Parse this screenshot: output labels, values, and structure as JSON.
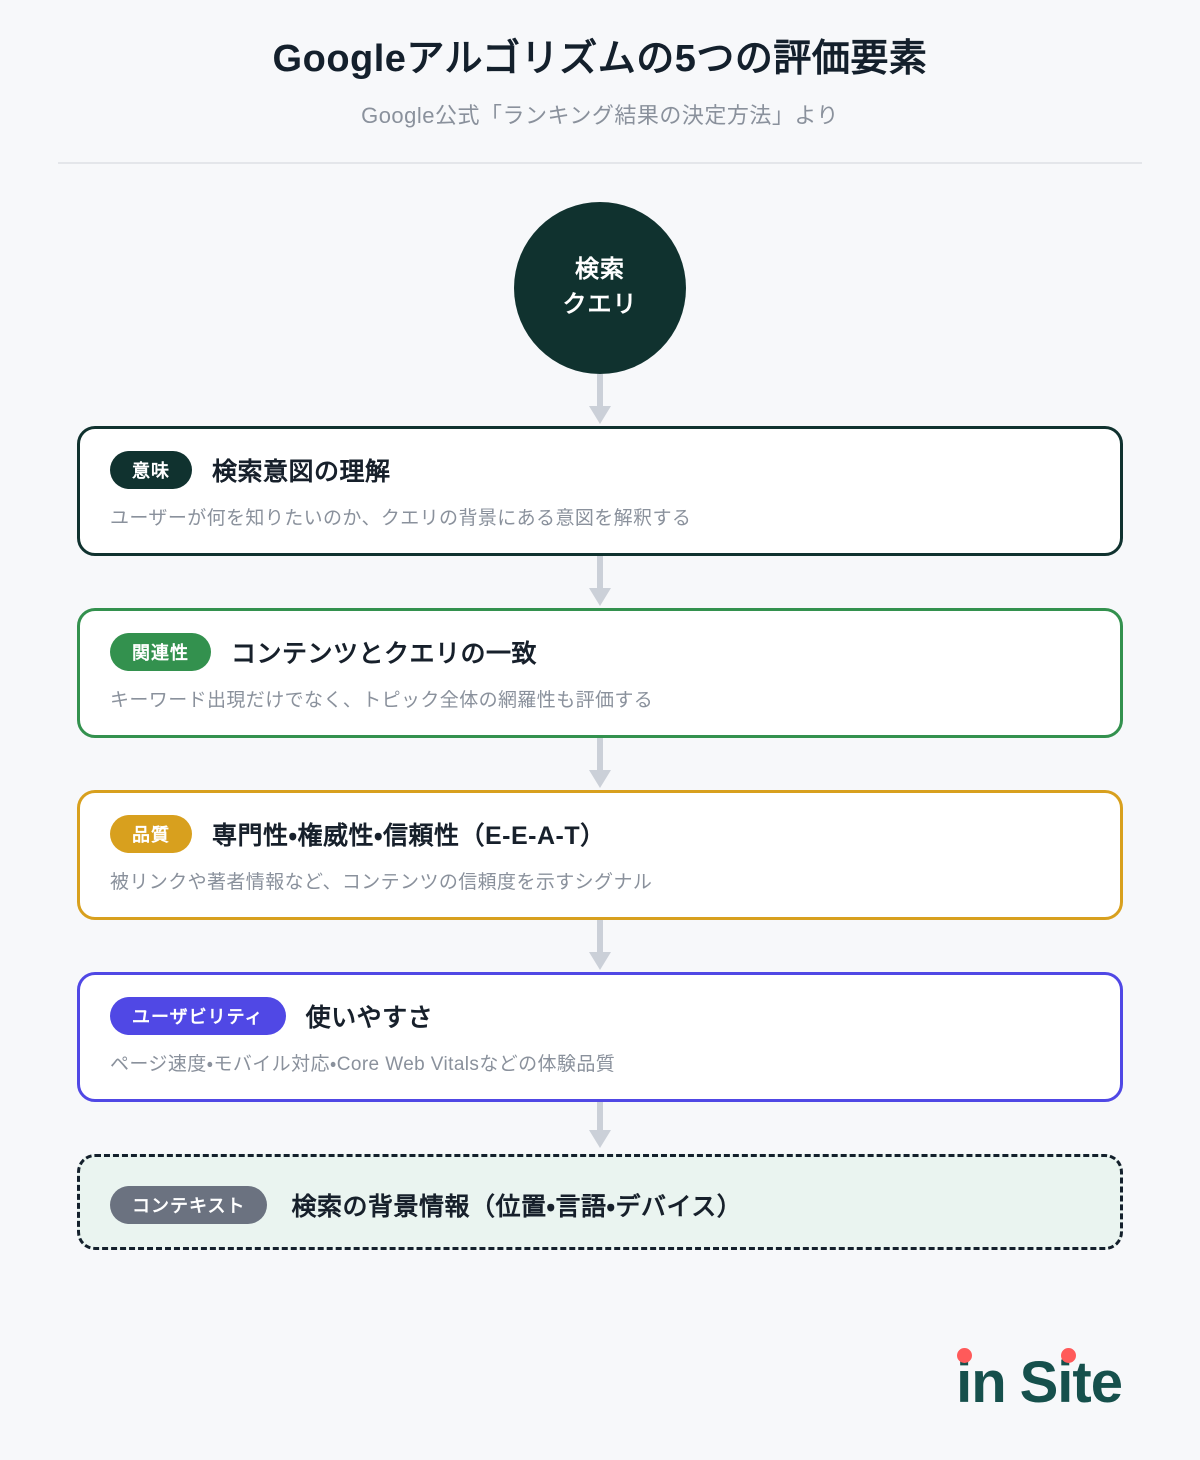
{
  "header": {
    "title": "Googleアルゴリズムの5つの評価要素",
    "subtitle": "Google公式「ランキング結果の決定方法」より"
  },
  "flow": {
    "start_node": {
      "name": "search-query",
      "line1": "検索",
      "line2": "クエリ",
      "color": "#10322f"
    },
    "cards": [
      {
        "badge": "意味",
        "title": "検索意図の理解",
        "description": "ユーザーが何を知りたいのか、クエリの背景にある意図を解釈する",
        "color": "#10322f",
        "style": "solid"
      },
      {
        "badge": "関連性",
        "title": "コンテンツとクエリの一致",
        "description": "キーワード出現だけでなく、トピック全体の網羅性も評価する",
        "color": "#33914e",
        "style": "solid"
      },
      {
        "badge": "品質",
        "title": "専門性・権威性・信頼性（E-E-A-T）",
        "description": "被リンクや著者情報など、コンテンツの信頼度を示すシグナル",
        "color": "#d8a01e",
        "style": "solid"
      },
      {
        "badge": "ユーザビリティ",
        "title": "使いやすさ",
        "description": "ページ速度・モバイル対応・Core Web Vitalsなどの体験品質",
        "color": "#5048e5",
        "style": "solid"
      },
      {
        "badge": "コンテキスト",
        "title": "検索の背景情報（位置・言語・デバイス）",
        "description": "",
        "color": "#6b7280",
        "style": "dashed"
      }
    ],
    "connector": {
      "name": "down-arrow",
      "color": "#cbd0d8"
    }
  },
  "logo": {
    "part1": "in",
    "part2": "Site",
    "text_color": "#16504c",
    "dot_color": "#ff5a5a"
  },
  "colors": {
    "background": "#f7f8fa",
    "card_background": "#ffffff",
    "context_background": "#eaf4f0",
    "title": "#14202c",
    "subtitle": "#8a919c",
    "description": "#8a919c",
    "divider": "#e4e6ea"
  }
}
